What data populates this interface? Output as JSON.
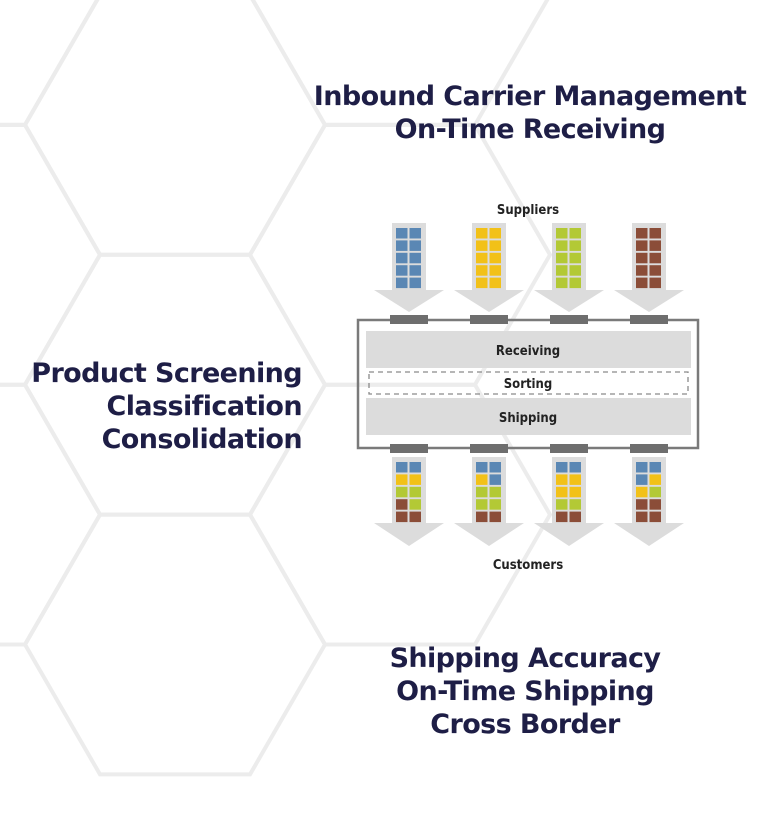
{
  "headings": {
    "inbound": [
      "Inbound Carrier Management",
      "On-Time Receiving"
    ],
    "screening": [
      "Product Screening",
      "Classification",
      "Consolidation"
    ],
    "outbound": [
      "Shipping Accuracy",
      "On-Time Shipping",
      "Cross Border"
    ]
  },
  "diagram": {
    "top_label": "Suppliers",
    "bottom_label": "Customers",
    "stages": [
      "Receiving",
      "Sorting",
      "Shipping"
    ],
    "colors": {
      "blue": "#5a87b4",
      "yellow": "#f2c118",
      "green": "#b3c935",
      "brown": "#8b4d38",
      "arrow": "#dcdcdc",
      "band": "#dcdcdc",
      "frame": "#7a7a7a",
      "dock": "#6e6e6e",
      "text": "#1e1e46",
      "hex": "#ececec"
    },
    "supplier_columns": [
      [
        "blue",
        "blue",
        "blue",
        "blue",
        "blue",
        "blue",
        "blue",
        "blue",
        "blue",
        "blue"
      ],
      [
        "yellow",
        "yellow",
        "yellow",
        "yellow",
        "yellow",
        "yellow",
        "yellow",
        "yellow",
        "yellow",
        "yellow"
      ],
      [
        "green",
        "green",
        "green",
        "green",
        "green",
        "green",
        "green",
        "green",
        "green",
        "green"
      ],
      [
        "brown",
        "brown",
        "brown",
        "brown",
        "brown",
        "brown",
        "brown",
        "brown",
        "brown",
        "brown"
      ]
    ],
    "customer_columns": [
      [
        "blue",
        "blue",
        "yellow",
        "yellow",
        "green",
        "green",
        "brown",
        "green",
        "brown",
        "brown"
      ],
      [
        "blue",
        "blue",
        "yellow",
        "blue",
        "green",
        "green",
        "green",
        "green",
        "brown",
        "brown"
      ],
      [
        "blue",
        "blue",
        "yellow",
        "yellow",
        "yellow",
        "yellow",
        "green",
        "green",
        "brown",
        "brown"
      ],
      [
        "blue",
        "blue",
        "blue",
        "yellow",
        "yellow",
        "green",
        "brown",
        "brown",
        "brown",
        "brown"
      ]
    ]
  }
}
